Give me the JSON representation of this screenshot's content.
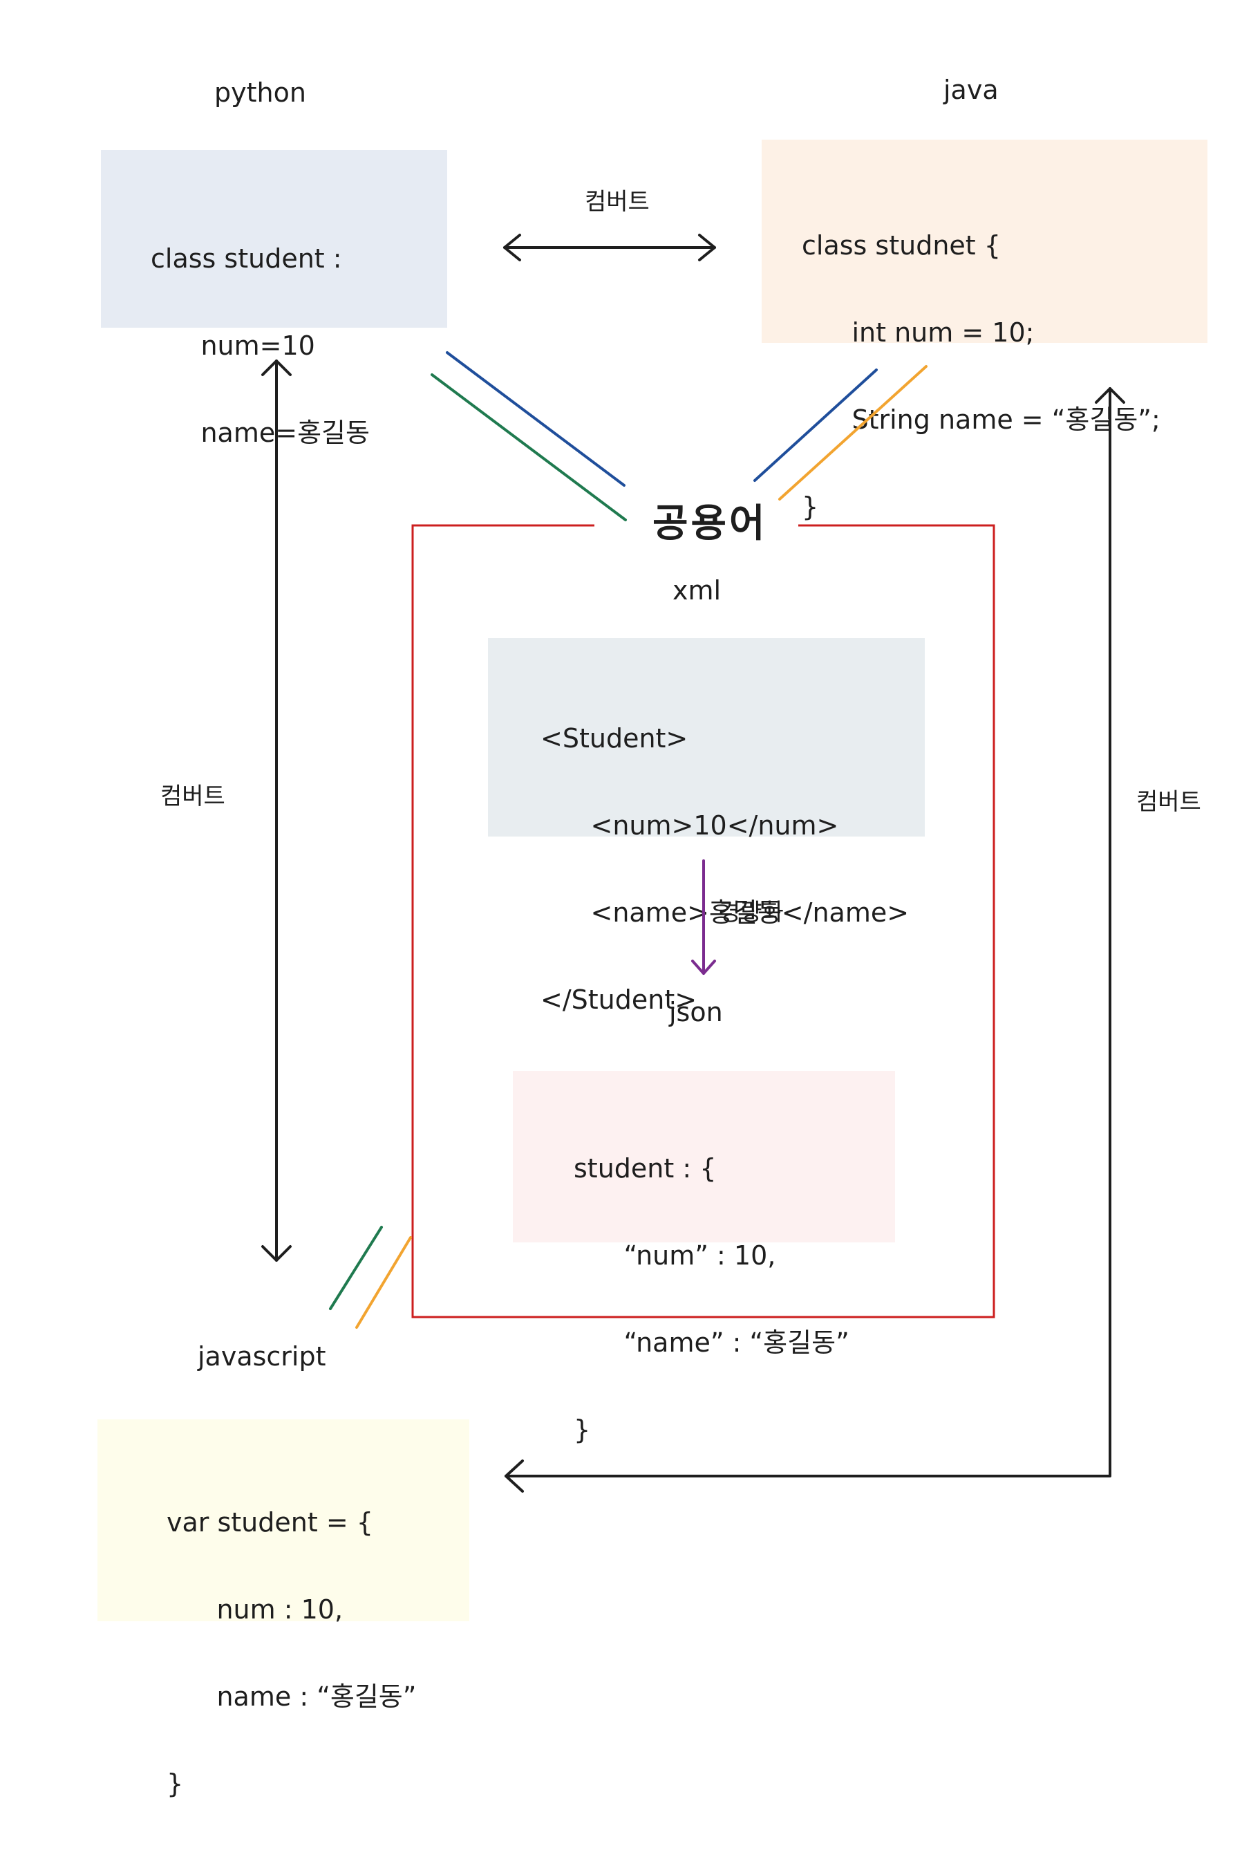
{
  "python": {
    "title": "python",
    "lines": [
      "class student :",
      "      num=10",
      "      name=홍길동"
    ]
  },
  "java": {
    "title": "java",
    "lines": [
      "class studnet {",
      "      int num = 10;",
      "      String name = “홍길동”;",
      "}"
    ]
  },
  "common": {
    "title": "공용어",
    "xml_title": "xml",
    "xml_lines": [
      "<Student>",
      "      <num>10</num>",
      "      <name>홍길동</name>",
      "</Student>"
    ],
    "lightweight_label": "경량화",
    "json_title": "json",
    "json_lines": [
      "student : {",
      "      “num” : 10,",
      "      “name” : “홍길동”",
      "}"
    ]
  },
  "javascript": {
    "title": "javascript",
    "lines": [
      "var student = {",
      "      num : 10,",
      "      name : “홍길동”",
      "}"
    ]
  },
  "convert_labels": {
    "top": "컴버트",
    "left": "컴버트",
    "right": "컴버트"
  },
  "colors": {
    "python_bg": "#e6ebf3",
    "java_bg": "#fdf1e6",
    "xml_bg": "#e8edf0",
    "json_bg": "#fdf1f1",
    "javascript_bg": "#fefdeb",
    "frame_red": "#cc1f1f",
    "line_blue": "#1f4e9b",
    "line_green": "#1f7a4f",
    "line_orange": "#f2a430",
    "arrow_purple": "#7b2c8f"
  }
}
